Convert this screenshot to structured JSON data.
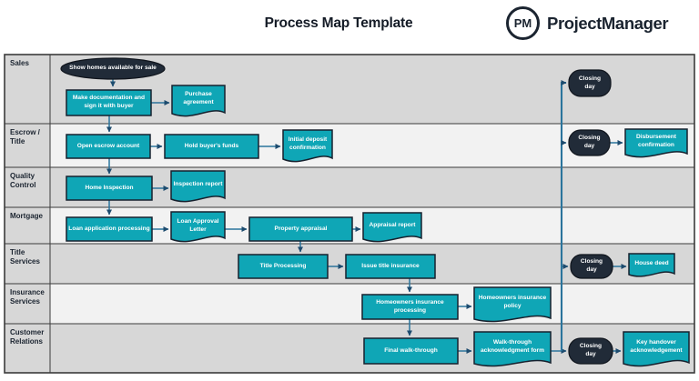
{
  "header": {
    "title": "Process Map Template",
    "logo": {
      "monogram": "PM",
      "name": "ProjectManager"
    }
  },
  "colors": {
    "teal": "#0FA6B6",
    "navy": "#212B38",
    "connector": "#2B749C",
    "arrowhead": "#1D4B6E",
    "lane_gray": "#D7D7D7",
    "lane_light": "#F2F2F2",
    "ink": "#1B2430"
  },
  "lanes": [
    {
      "label": "Sales"
    },
    {
      "label": "Escrow / Title"
    },
    {
      "label": "Quality Control"
    },
    {
      "label": "Mortgage"
    },
    {
      "label": "Title Services"
    },
    {
      "label": "Insurance Services"
    },
    {
      "label": "Customer Relations"
    }
  ],
  "nodes": {
    "show_homes": "Show homes available for sale",
    "make_documentation": "Make documentation and sign it with buyer",
    "purchase_agreement": "Purchase agreement",
    "open_escrow": "Open escrow account",
    "hold_funds": "Hold buyer's funds",
    "initial_deposit": "Initial deposit confirmation",
    "home_inspection": "Home Inspection",
    "inspection_report": "Inspection report",
    "loan_application": "Loan application processing",
    "loan_approval": "Loan Approval Letter",
    "property_appraisal": "Property appraisal",
    "appraisal_report": "Appraisal report",
    "title_processing": "Title Processing",
    "issue_title_insurance": "Issue title insurance",
    "homeowners_processing": "Homeowners insurance processing",
    "homeowners_policy": "Homeowners insurance policy",
    "final_walkthrough": "Final walk-through",
    "walkthrough_form": "Walk-through acknowledgment form",
    "closing_day_sales": "Closing day",
    "closing_day_escrow": "Closing day",
    "closing_day_title": "Closing day",
    "closing_day_customer": "Closing day",
    "disbursement_confirmation": "Disbursement confirmation",
    "house_deed": "House deed",
    "key_handover": "Key handover acknowledgement"
  }
}
